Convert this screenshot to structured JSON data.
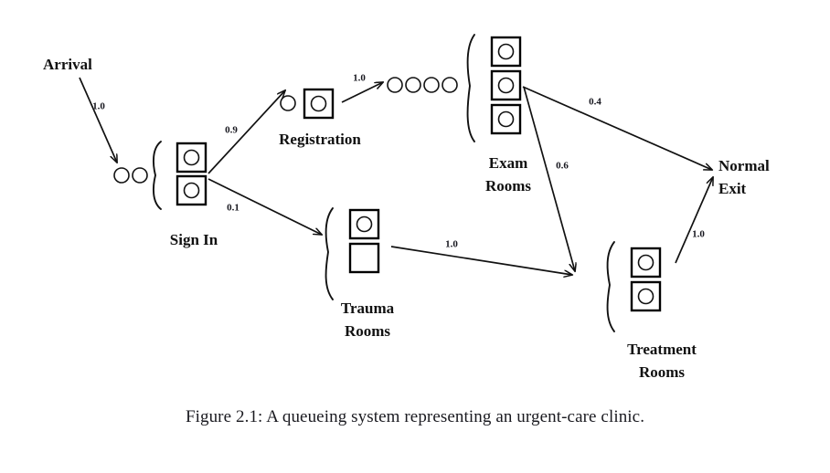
{
  "figure": {
    "caption": "Figure 2.1: A queueing system representing an urgent-care clinic.",
    "ink_color": "#111111",
    "background_color": "#ffffff",
    "label_color": "#17171f"
  },
  "endpoints": {
    "arrival": {
      "label": "Arrival"
    },
    "normal_exit": {
      "line1": "Normal",
      "line2": "Exit"
    }
  },
  "stations": [
    {
      "id": "sign-in",
      "label": "Sign In",
      "queue_count": 2,
      "servers": [
        {
          "busy": true
        },
        {
          "busy": true
        }
      ],
      "has_brace": true
    },
    {
      "id": "registration",
      "label": "Registration",
      "queue_count": 1,
      "servers": [
        {
          "busy": true
        }
      ],
      "has_brace": false
    },
    {
      "id": "exam-rooms",
      "label_line1": "Exam",
      "label_line2": "Rooms",
      "queue_count": 4,
      "servers": [
        {
          "busy": true
        },
        {
          "busy": true
        },
        {
          "busy": true
        }
      ],
      "has_brace": true
    },
    {
      "id": "trauma-rooms",
      "label_line1": "Trauma",
      "label_line2": "Rooms",
      "queue_count": 0,
      "servers": [
        {
          "busy": true
        },
        {
          "busy": false
        }
      ],
      "has_brace": true
    },
    {
      "id": "treatment-rooms",
      "label_line1": "Treatment",
      "label_line2": "Rooms",
      "queue_count": 0,
      "servers": [
        {
          "busy": true
        },
        {
          "busy": true
        }
      ],
      "has_brace": true
    }
  ],
  "flows": [
    {
      "id": "arrival-to-signin",
      "from": "Arrival",
      "to": "Sign In",
      "probability": "1.0"
    },
    {
      "id": "signin-to-registration",
      "from": "Sign In",
      "to": "Registration",
      "probability": "0.9"
    },
    {
      "id": "signin-to-trauma",
      "from": "Sign In",
      "to": "Trauma Rooms",
      "probability": "0.1"
    },
    {
      "id": "registration-to-exam",
      "from": "Registration",
      "to": "Exam Rooms",
      "probability": "1.0"
    },
    {
      "id": "exam-to-exit",
      "from": "Exam Rooms",
      "to": "Normal Exit",
      "probability": "0.4"
    },
    {
      "id": "exam-to-treatment",
      "from": "Exam Rooms",
      "to": "Treatment Rooms",
      "probability": "0.6"
    },
    {
      "id": "trauma-to-treatment",
      "from": "Trauma Rooms",
      "to": "Treatment Rooms",
      "probability": "1.0"
    },
    {
      "id": "treatment-to-exit",
      "from": "Treatment Rooms",
      "to": "Normal Exit",
      "probability": "1.0"
    }
  ]
}
